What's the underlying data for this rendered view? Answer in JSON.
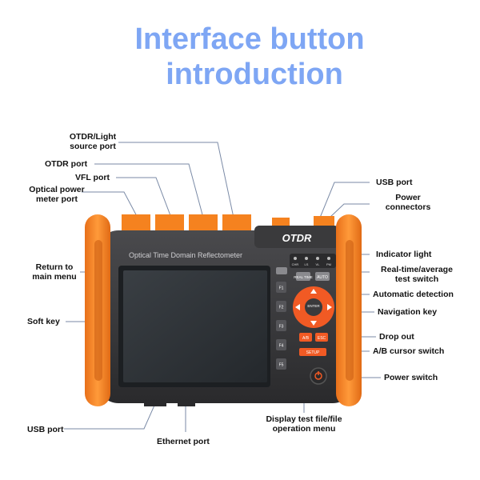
{
  "title": {
    "line1": "Interface button",
    "line2": "introduction"
  },
  "device": {
    "brand": "OTDR",
    "screen_caption": "Optical Time Domain Reflectometer",
    "soft_keys": [
      "F1",
      "F2",
      "F3",
      "F4",
      "F5"
    ],
    "indicator_labels": [
      "CHR",
      "LS",
      "VL",
      "PM"
    ],
    "key_realtime": "REAL TIME",
    "key_auto": "AUTO",
    "key_enter": "ENTER",
    "key_ab": "A/B",
    "key_esc": "ESC",
    "key_setup": "SETUP"
  },
  "labels": {
    "otdr_light_source_port": {
      "line1": "OTDR/Light",
      "line2": "source port"
    },
    "otdr_port": "OTDR port",
    "vfl_port": "VFL port",
    "optical_power_meter_port": {
      "line1": "Optical power",
      "line2": "meter port"
    },
    "usb_port_top": "USB port",
    "power_connectors": {
      "line1": "Power",
      "line2": "connectors"
    },
    "indicator_light": "Indicator light",
    "realtime_average_switch": {
      "line1": "Real-time/average",
      "line2": "test switch"
    },
    "automatic_detection": "Automatic detection",
    "navigation_key": "Navigation key",
    "drop_out": "Drop out",
    "ab_cursor_switch": "A/B cursor switch",
    "power_switch": "Power switch",
    "return_main_menu": {
      "line1": "Return to",
      "line2": "main menu"
    },
    "soft_key": "Soft key",
    "usb_port_bottom": "USB port",
    "ethernet_port": "Ethernet port",
    "display_test_file": {
      "line1": "Display test file/file",
      "line2": "operation menu"
    }
  },
  "colors": {
    "title": "#7ea6f4",
    "bumper": "#f5821f",
    "body": "#3d3d3f",
    "screen": "#2f3337"
  }
}
